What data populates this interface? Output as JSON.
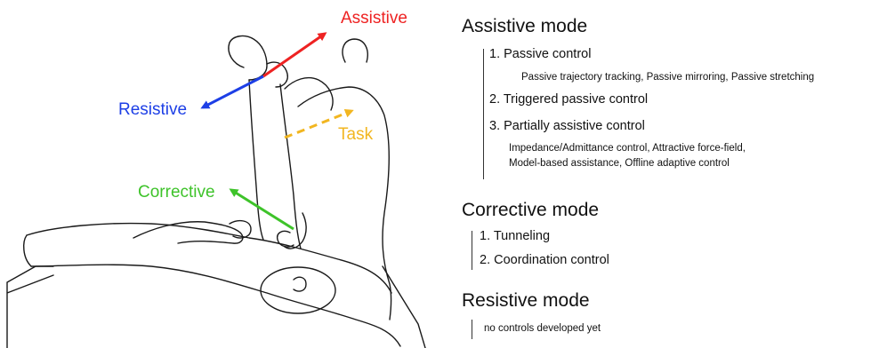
{
  "arrows": {
    "assistive": {
      "label": "Assistive",
      "color": "#ee2222"
    },
    "resistive": {
      "label": "Resistive",
      "color": "#1d3fe6"
    },
    "task": {
      "label": "Task",
      "color": "#f2b620"
    },
    "corrective": {
      "label": "Corrective",
      "color": "#3ec32a"
    }
  },
  "modes": [
    {
      "title": "Assistive mode",
      "items": [
        {
          "label": "1. Passive control",
          "details": [
            "Passive trajectory tracking, Passive mirroring, Passive stretching"
          ]
        },
        {
          "label": "2. Triggered passive control",
          "details": []
        },
        {
          "label": "3. Partially assistive control",
          "details": [
            "Impedance/Admittance control, Attractive force-field,",
            "Model-based assistance, Offline adaptive control"
          ]
        }
      ]
    },
    {
      "title": "Corrective mode",
      "items": [
        {
          "label": "1. Tunneling",
          "details": []
        },
        {
          "label": "2. Coordination control",
          "details": []
        }
      ]
    },
    {
      "title": "Resistive mode",
      "note": "no controls developed yet"
    }
  ]
}
